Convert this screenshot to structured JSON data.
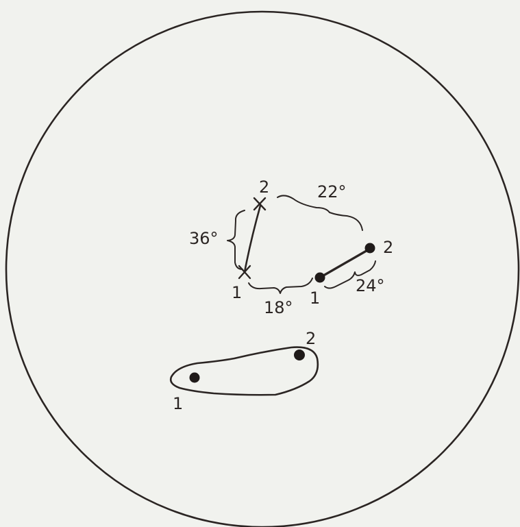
{
  "diagram": {
    "colors": {
      "background": "#f1f2ee",
      "ink": "#2b2523"
    },
    "cross_pair": {
      "start_label": "1",
      "end_label": "2",
      "angle_label": "36°"
    },
    "dot_pair": {
      "start_label": "1",
      "end_label": "2",
      "angle_label": "24°"
    },
    "separations": {
      "top_label": "22°",
      "bottom_label": "18°"
    },
    "loop_pair": {
      "start_label": "1",
      "end_label": "2"
    }
  }
}
